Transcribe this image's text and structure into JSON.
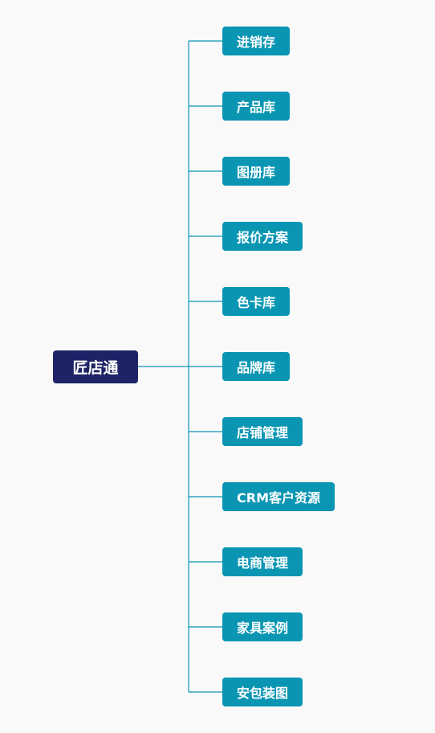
{
  "root": {
    "label": "匠店通"
  },
  "children": [
    {
      "label": "进销存"
    },
    {
      "label": "产品库"
    },
    {
      "label": "图册库"
    },
    {
      "label": "报价方案"
    },
    {
      "label": "色卡库"
    },
    {
      "label": "品牌库"
    },
    {
      "label": "店铺管理"
    },
    {
      "label": "CRM客户资源"
    },
    {
      "label": "电商管理"
    },
    {
      "label": "家具案例"
    },
    {
      "label": "安包装图"
    }
  ],
  "colors": {
    "root_bg": "#1d2366",
    "child_bg": "#0a96b3",
    "connector": "#0a96b3",
    "background": "#f9f9fa"
  }
}
